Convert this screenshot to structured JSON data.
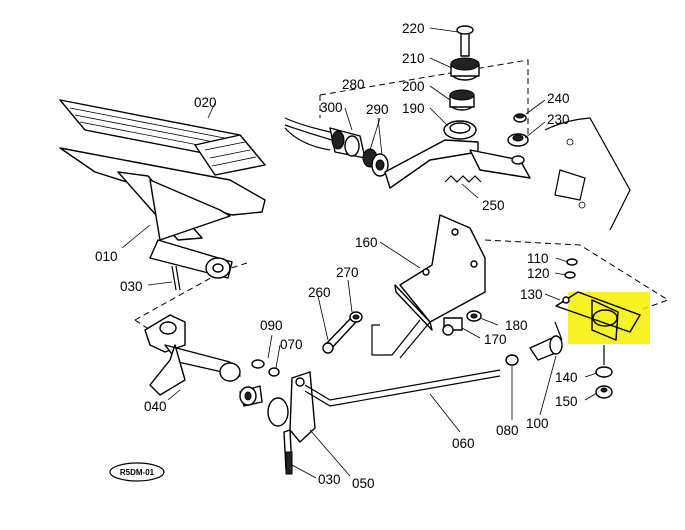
{
  "diagram": {
    "highlight_color": "#f5f000",
    "labels": {
      "p220": "220",
      "p210": "210",
      "p200": "200",
      "p190": "190",
      "p280": "280",
      "p300": "300",
      "p290": "290",
      "p240": "240",
      "p230": "230",
      "p250": "250",
      "p020": "020",
      "p010": "010",
      "p030a": "030",
      "p160": "160",
      "p270": "270",
      "p260": "260",
      "p110": "110",
      "p120": "120",
      "p130": "130",
      "p180": "180",
      "p170": "170",
      "p090": "090",
      "p070": "070",
      "p040": "040",
      "p140": "140",
      "p150": "150",
      "p100": "100",
      "p080": "080",
      "p060": "060",
      "p030b": "030",
      "p050": "050"
    },
    "drawing_code": "R5DM-01"
  }
}
